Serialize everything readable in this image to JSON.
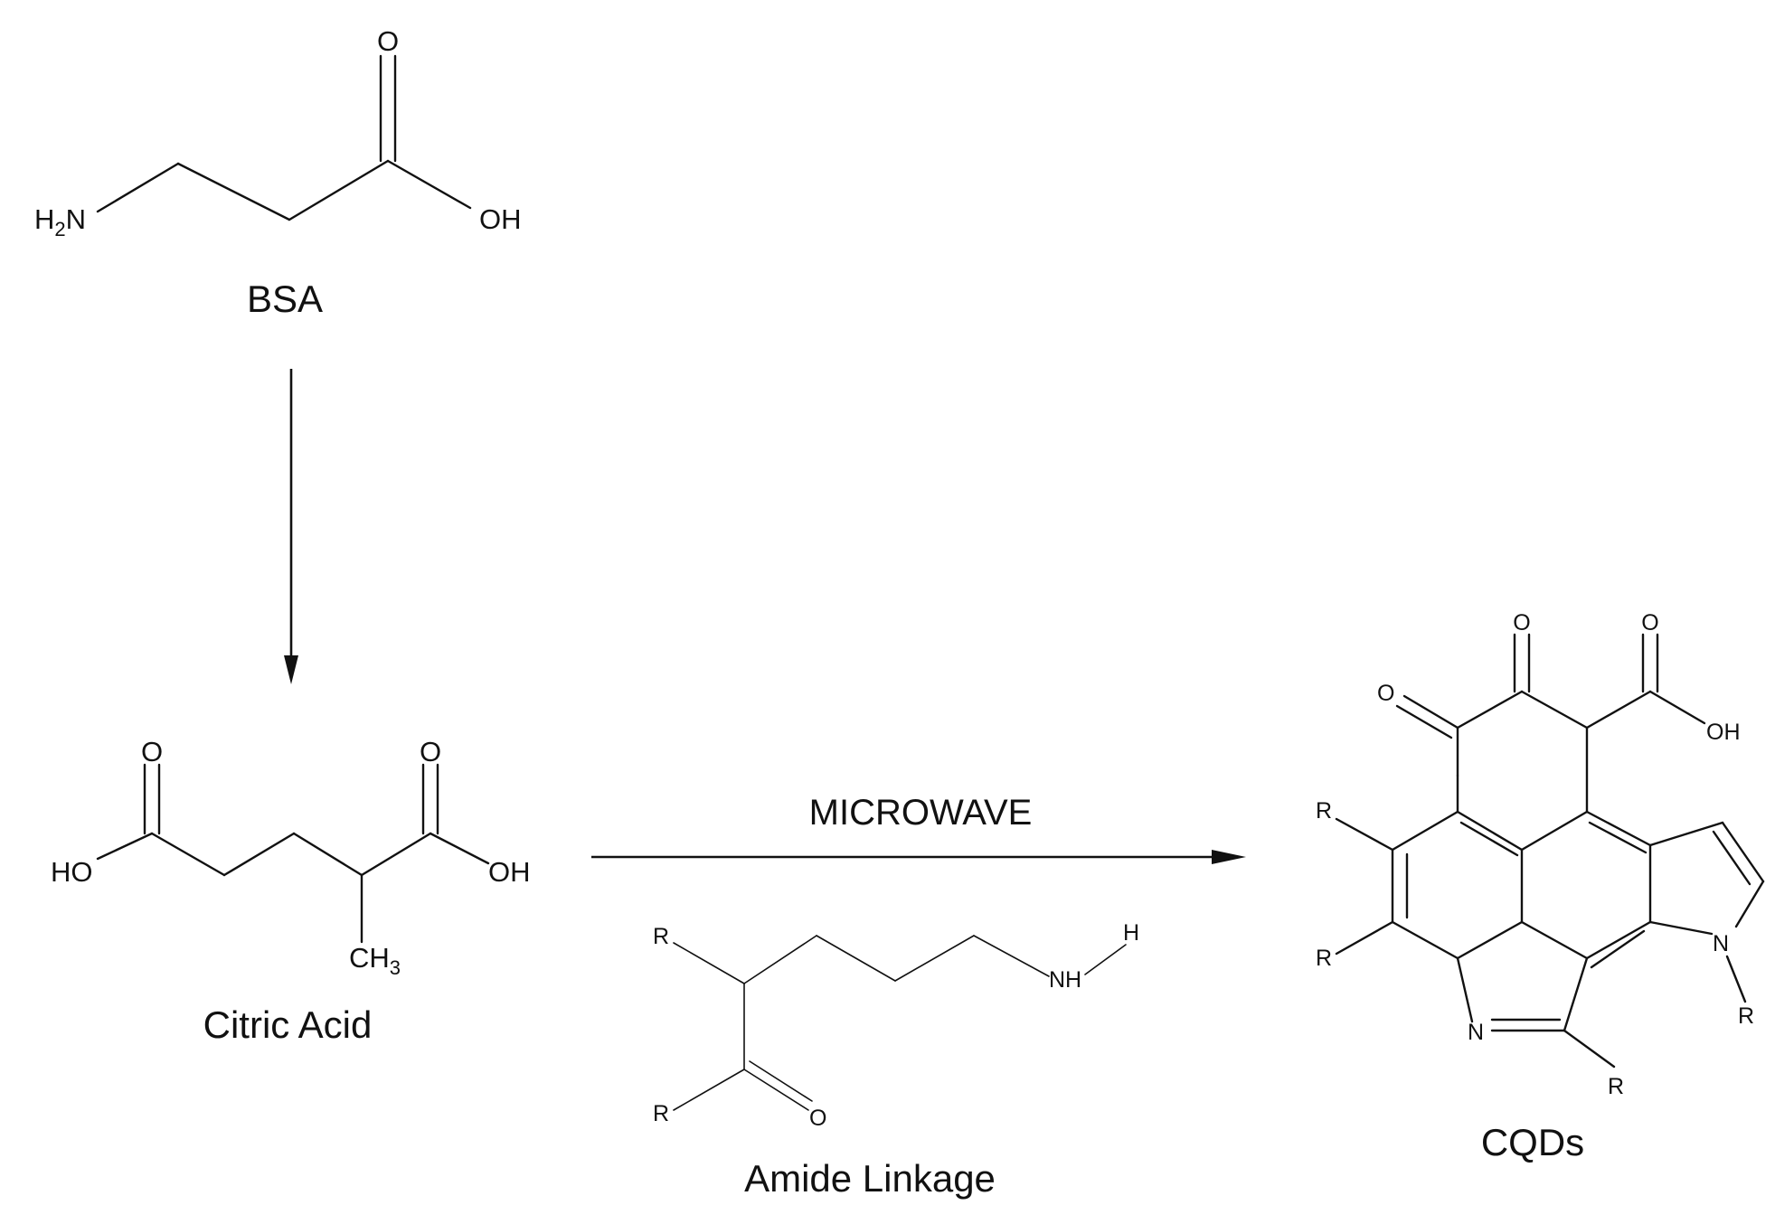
{
  "compounds": {
    "bsa": {
      "name": "BSA",
      "atoms": {
        "amine": "H",
        "amine_sub": "2",
        "amine_n": "N",
        "carbonyl_o": "O",
        "hydroxyl": "OH"
      }
    },
    "citric_acid": {
      "name": "Citric Acid",
      "atoms": {
        "o_left": "O",
        "o_right": "O",
        "ho_left": "HO",
        "oh_right": "OH",
        "methyl_c": "CH",
        "methyl_sub": "3"
      }
    },
    "amide_linkage": {
      "name": "Amide Linkage",
      "atoms": {
        "r_top": "R",
        "r_bottom": "R",
        "carbonyl_o": "O",
        "nh": "NH",
        "h": "H"
      }
    },
    "cqds": {
      "name": "CQDs",
      "atoms": {
        "o_left": "O",
        "o_mid": "O",
        "o_acid": "O",
        "oh": "OH",
        "r_top": "R",
        "r_mid": "R",
        "n_ring": "N",
        "r_bottom": "R",
        "n_pyrrole": "N",
        "r_n": "R"
      }
    }
  },
  "reaction": {
    "condition": "MICROWAVE"
  },
  "colors": {
    "ink": "#111111",
    "background": "#ffffff"
  }
}
